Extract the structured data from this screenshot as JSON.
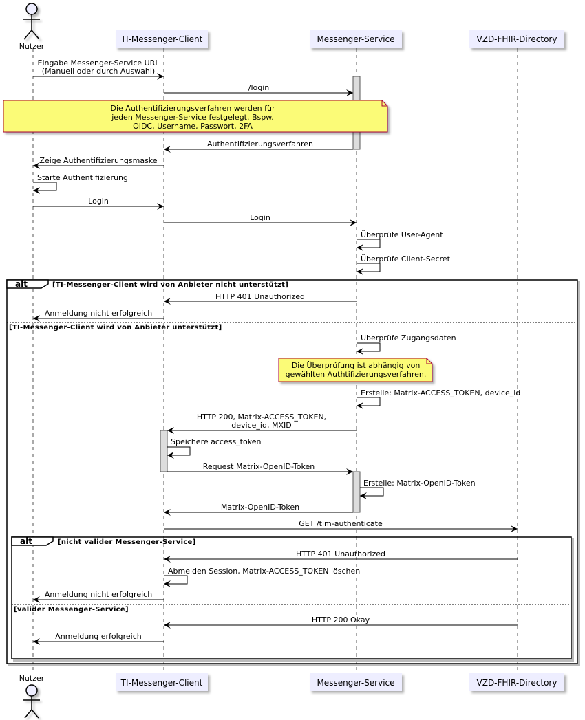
{
  "participants": {
    "nutzer": "Nutzer",
    "client": "TI-Messenger-Client",
    "service": "Messenger-Service",
    "vzd": "VZD-FHIR-Directory"
  },
  "messages": {
    "m1_line1": "Eingabe Messenger-Service URL",
    "m1_line2": "(Manuell oder durch Auswahl)",
    "m2": "/login",
    "m3": "Authentifizierungsverfahren",
    "m4": "Zeige Authentifizierungsmaske",
    "m5": "Starte Authentifizierung",
    "m6": "Login",
    "m7": "Login",
    "m8": "Überprüfe User-Agent",
    "m9": "Überprüfe Client-Secret",
    "m10": "HTTP 401 Unauthorized",
    "m11": "Anmeldung nicht erfolgreich",
    "m12": "Überprüfe Zugangsdaten",
    "m13": "Erstelle: Matrix-ACCESS_TOKEN, device_id",
    "m14_line1": "HTTP 200, Matrix-ACCESS_TOKEN,",
    "m14_line2": "device_id, MXID",
    "m15": "Speichere access_token",
    "m16": "Request Matrix-OpenID-Token",
    "m17": "Erstelle: Matrix-OpenID-Token",
    "m18": "Matrix-OpenID-Token",
    "m19": "GET /tim-authenticate",
    "m20": "HTTP 401 Unauthorized",
    "m21": "Abmelden Session, Matrix-ACCESS_TOKEN löschen",
    "m22": "Anmeldung nicht erfolgreich",
    "m23": "HTTP 200 Okay",
    "m24": "Anmeldung erfolgreich"
  },
  "notes": {
    "note1_line1": "Die Authentifizierungsverfahren werden für",
    "note1_line2": "jeden Messenger-Service festgelegt. Bspw.",
    "note1_line3": "OIDC, Username, Passwort, 2FA",
    "note2_line1": "Die Überprüfung ist abhängig von",
    "note2_line2": "gewählten Authtifizierungsverfahren."
  },
  "fragments": {
    "alt1": {
      "keyword": "alt",
      "guard1": "[TI-Messenger-Client wird von Anbieter nicht unterstützt]",
      "guard2": "[TI-Messenger-Client wird von Anbieter unterstützt]"
    },
    "alt2": {
      "keyword": "alt",
      "guard1": "[nicht valider Messenger-Service]",
      "guard2": "[valider Messenger-Service]"
    }
  },
  "colors": {
    "participant_fill": "#eeeeff",
    "note_fill": "#fbfb77",
    "note_border": "#a80036",
    "activation_fill": "#dddddd"
  }
}
